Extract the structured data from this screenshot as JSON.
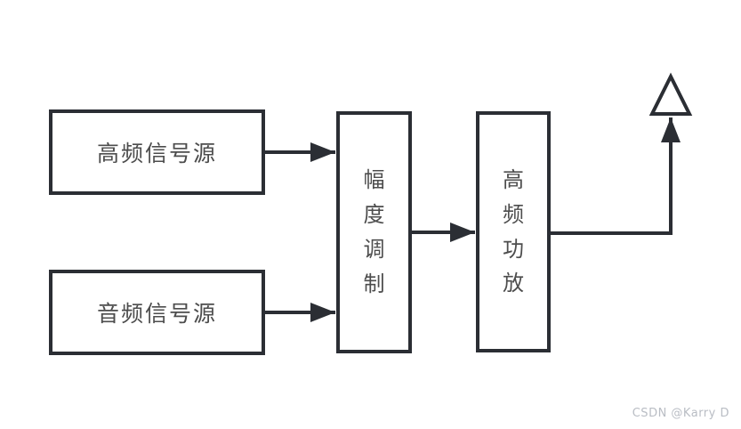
{
  "diagram": {
    "type": "block-diagram",
    "nodes": {
      "hf_source": {
        "label": "高频信号源"
      },
      "af_source": {
        "label": "音频信号源"
      },
      "am_mod": {
        "label": "幅度调制"
      },
      "hf_amp": {
        "label": "高频功放"
      }
    },
    "antenna": {
      "icon": "antenna-triangle"
    },
    "connections": [
      {
        "from": "hf_source",
        "to": "am_mod"
      },
      {
        "from": "af_source",
        "to": "am_mod"
      },
      {
        "from": "am_mod",
        "to": "hf_amp"
      },
      {
        "from": "hf_amp",
        "to": "antenna"
      }
    ]
  },
  "watermark": {
    "text": "CSDN @Karry D",
    "color": "#b9bdc4"
  },
  "colors": {
    "background": "#ffffff",
    "stroke": "#2b2e34",
    "node_border": "#2b2e34",
    "node_text": "#4d4d4d"
  }
}
